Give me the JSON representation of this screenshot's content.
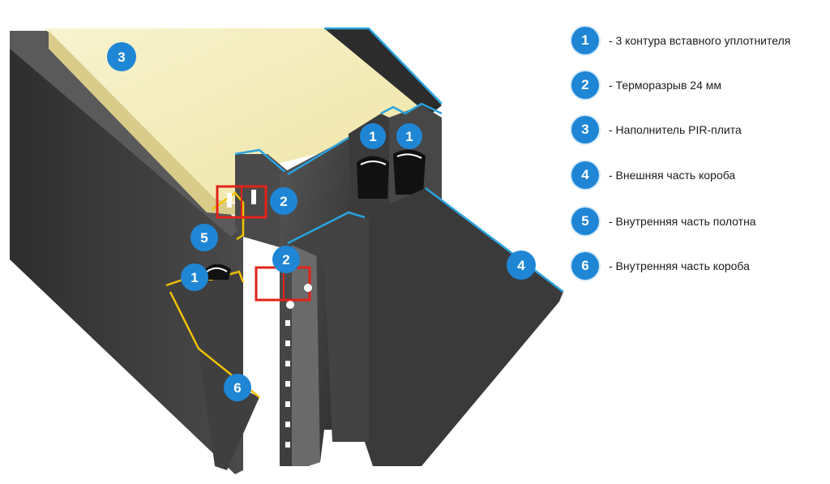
{
  "legend": [
    {
      "number": "1",
      "text": "- 3 контура вставного уплотнителя"
    },
    {
      "number": "2",
      "text": "- Терморазрыв 24 мм"
    },
    {
      "number": "3",
      "text": "- Наполнитель PIR-плита"
    },
    {
      "number": "4",
      "text": "- Внешняя часть короба"
    },
    {
      "number": "5",
      "text": "- Внутренняя часть полотна"
    },
    {
      "number": "6",
      "text": "- Внутренняя часть короба"
    }
  ],
  "callouts": {
    "c3": "3",
    "c1a": "1",
    "c1b": "1",
    "c2a": "2",
    "c5": "5",
    "c2b": "2",
    "c1c": "1",
    "c4": "4",
    "c6": "6"
  },
  "colors": {
    "badge": "#1f86d6",
    "steel": "#3a3a3a",
    "insulation": "#f6f0c2",
    "thermal_break": "#e2231a",
    "outline_blue": "#2aa3e0",
    "outline_yellow": "#f2c200"
  }
}
